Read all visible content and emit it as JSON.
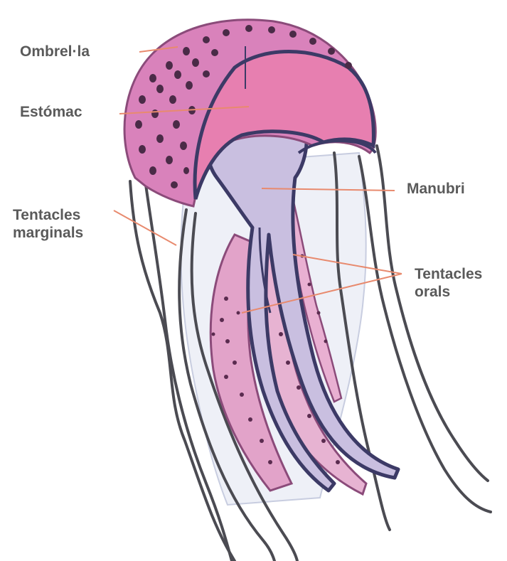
{
  "labels": {
    "ombrella": "Ombrel·la",
    "estomac": "Estómac",
    "manubri": "Manubri",
    "tentacles_marginals": [
      "Tentacles",
      "marginals"
    ],
    "tentacles_orals": [
      "Tentacles",
      "orals"
    ]
  },
  "colors": {
    "bell": "#d982bb",
    "bell_inner": "#e77fb0",
    "spots": "#4a2b47",
    "stomach": "#c9bfe0",
    "outline": "#3c3a66",
    "oral_arms": "#e2a3c9",
    "leader_lines": "#e88a6e",
    "label_text": "#5a5a5a"
  }
}
